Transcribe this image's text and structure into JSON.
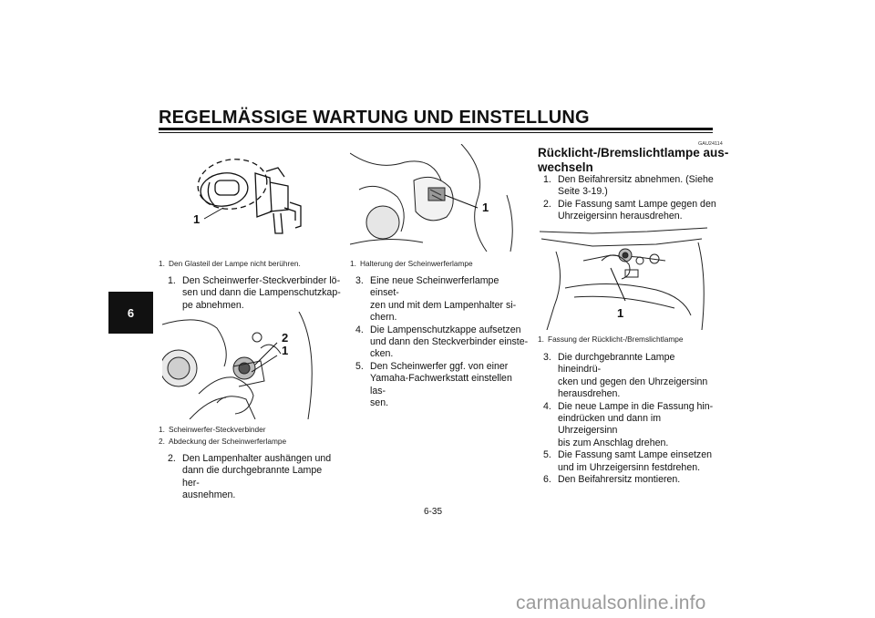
{
  "header": {
    "title": "REGELMÄSSIGE WARTUNG UND EINSTELLUNG"
  },
  "chapter_tab": "6",
  "col1": {
    "fig1_callout": "1",
    "fig1_caption": {
      "num": "1.",
      "text": "Den Glasteil der Lampe nicht berühren."
    },
    "step1": {
      "num": "1.",
      "lines": [
        "Den Scheinwerfer-Steckverbinder lö-",
        "sen und dann die Lampenschutzkap-",
        "pe abnehmen."
      ]
    },
    "fig2_callouts": [
      "2",
      "1"
    ],
    "fig2_captions": [
      {
        "num": "1.",
        "text": "Scheinwerfer-Steckverbinder"
      },
      {
        "num": "2.",
        "text": "Abdeckung der Scheinwerferlampe"
      }
    ],
    "step2": {
      "num": "2.",
      "lines": [
        "Den Lampenhalter aushängen und",
        "dann die durchgebrannte Lampe her-",
        "ausnehmen."
      ]
    }
  },
  "col2": {
    "fig_callout": "1",
    "fig_caption": {
      "num": "1.",
      "text": "Halterung der Scheinwerferlampe"
    },
    "steps": [
      {
        "num": "3.",
        "lines": [
          "Eine neue Scheinwerferlampe einset-",
          "zen und mit dem Lampenhalter si-",
          "chern."
        ]
      },
      {
        "num": "4.",
        "lines": [
          "Die Lampenschutzkappe aufsetzen",
          "und dann den Steckverbinder einste-",
          "cken."
        ]
      },
      {
        "num": "5.",
        "lines": [
          "Den Scheinwerfer ggf. von einer",
          "Yamaha-Fachwerkstatt einstellen las-",
          "sen."
        ]
      }
    ]
  },
  "col3": {
    "code": "GAU24114",
    "section_title": [
      "Rücklicht-/Bremslichtlampe aus-",
      "wechseln"
    ],
    "steps_a": [
      {
        "num": "1.",
        "lines": [
          "Den Beifahrersitz abnehmen. (Siehe",
          "Seite 3-19.)"
        ]
      },
      {
        "num": "2.",
        "lines": [
          "Die Fassung samt Lampe gegen den",
          "Uhrzeigersinn herausdrehen."
        ]
      }
    ],
    "fig_callout": "1",
    "fig_caption": {
      "num": "1.",
      "text": "Fassung der Rücklicht-/Bremslichtlampe"
    },
    "steps_b": [
      {
        "num": "3.",
        "lines": [
          "Die durchgebrannte Lampe hineindrü-",
          "cken und gegen den Uhrzeigersinn",
          "herausdrehen."
        ]
      },
      {
        "num": "4.",
        "lines": [
          "Die neue Lampe in die Fassung hin-",
          "eindrücken und dann im Uhrzeigersinn",
          "bis zum Anschlag drehen."
        ]
      },
      {
        "num": "5.",
        "lines": [
          "Die Fassung samt Lampe einsetzen",
          "und im Uhrzeigersinn festdrehen."
        ]
      },
      {
        "num": "6.",
        "lines": [
          "Den Beifahrersitz montieren."
        ]
      }
    ]
  },
  "page_number": "6-35",
  "watermark": "carmanualsonline.info"
}
